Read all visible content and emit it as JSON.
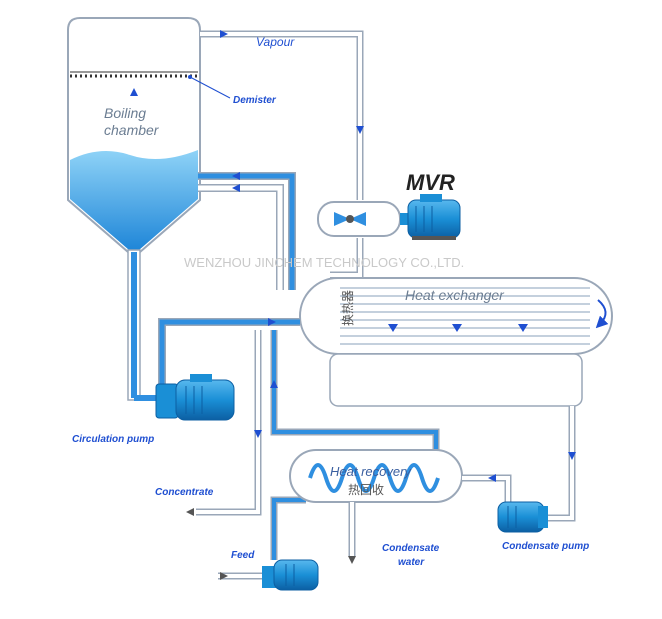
{
  "labels": {
    "vapour": "Vapour",
    "demister": "Demister",
    "boiling_chamber_line1": "Boiling",
    "boiling_chamber_line2": "chamber",
    "mvr": "MVR",
    "heat_exchanger": "Heat exchanger",
    "heat_exchanger_cn": "换热器",
    "heat_recovery": "Heat recovery",
    "heat_recovery_cn": "热回收",
    "circulation_pump": "Circulation pump",
    "concentrate": "Concentrate",
    "feed": "Feed",
    "condensate_water_line1": "Condensate",
    "condensate_water_line2": "water",
    "condensate_pump": "Condensate pump"
  },
  "watermark": "WENZHOU JINCHEM TECHNOLOGY CO.,LTD.",
  "colors": {
    "pipe_outline": "#9aa7b8",
    "liquid": "#2f8fe0",
    "liquid_light": "#7cc6f2",
    "pump_body": "#1a8fd6",
    "arrow": "#1f4fd1",
    "label": "#1f4fd1"
  }
}
